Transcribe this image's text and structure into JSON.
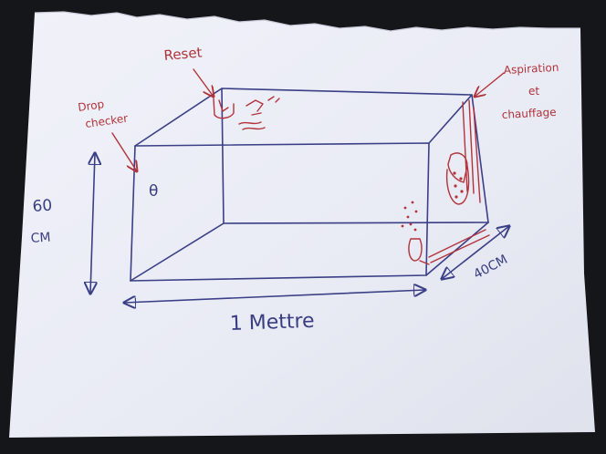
{
  "annotations": {
    "reset": "Reset",
    "drop_checker_line1": "Drop",
    "drop_checker_line2": "checker",
    "aspiration_line1": "Aspiration",
    "aspiration_line2": "et",
    "aspiration_line3": "chauffage",
    "small_symbol": "θ"
  },
  "dimensions": {
    "height_value": "60",
    "height_unit": "CM",
    "width_label": "1 Mettre",
    "depth_label": "40CM"
  },
  "colors": {
    "pen_blue": "#3b3f86",
    "pen_red": "#b3333a",
    "paper": "#eceef7",
    "background": "#151619"
  }
}
